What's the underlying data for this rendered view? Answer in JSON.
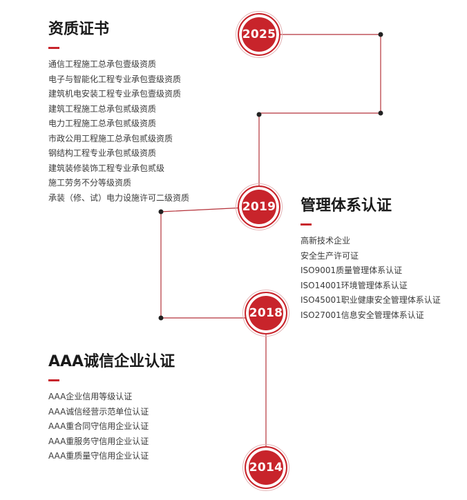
{
  "timeline": {
    "years": [
      "2025",
      "2019",
      "2018",
      "2014"
    ]
  },
  "sections": {
    "qualification": {
      "title": "资质证书",
      "items": [
        "通信工程施工总承包壹级资质",
        "电子与智能化工程专业承包壹级资质",
        "建筑机电安装工程专业承包壹级资质",
        "建筑工程施工总承包贰级资质",
        "电力工程施工总承包贰级资质",
        "市政公用工程施工总承包贰级资质",
        "钢结构工程专业承包贰级资质",
        "建筑装修装饰工程专业承包贰级",
        "施工劳务不分等级资质",
        "承装（修、试）电力设施许可二级资质"
      ]
    },
    "management": {
      "title": "管理体系认证",
      "items": [
        "高新技术企业",
        "安全生产许可证",
        "ISO9001质量管理体系认证",
        "ISO14001环境管理体系认证",
        "ISO45001职业健康安全管理体系认证",
        "ISO27001信息安全管理体系认证"
      ]
    },
    "aaa": {
      "title": "AAA诚信企业认证",
      "items": [
        "AAA企业信用等级认证",
        "AAA诚信经营示范单位认证",
        "AAA重合同守信用企业认证",
        "AAA重服务守信用企业认证",
        "AAA重质量守信用企业认证"
      ]
    }
  },
  "colors": {
    "accent": "#c8242b",
    "line": "#b5323a",
    "text": "#333333"
  }
}
